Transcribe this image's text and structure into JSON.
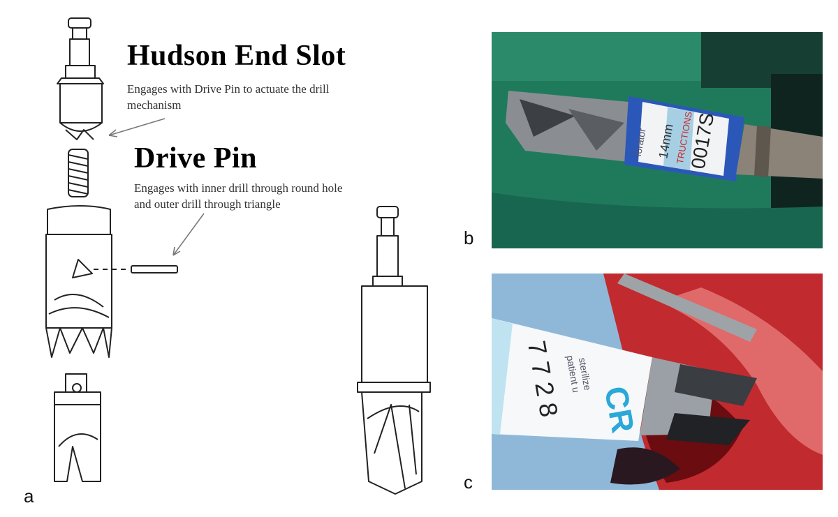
{
  "panels": {
    "a": {
      "label": "a",
      "hudson": {
        "title": "Hudson End Slot",
        "desc_line1": "Engages with Drive Pin to actuate the drill",
        "desc_line2": "mechanism"
      },
      "drive_pin": {
        "title": "Drive Pin",
        "desc_line1": "Engages with inner drill through round hole",
        "desc_line2": "and outer drill through triangle"
      }
    },
    "b": {
      "label": "b",
      "label_text": {
        "text1": "forator",
        "text2": "14mm",
        "text3": "TRUCTIONS",
        "text4": "0017S"
      }
    },
    "c": {
      "label": "c",
      "label_text": {
        "text1": "7 7 2 8",
        "text2": "patient u",
        "text3": "sterilize",
        "text4": "CR"
      }
    }
  },
  "colors": {
    "surgical_green": "#1f7a5c",
    "blue_band": "#2b58b8",
    "blood_red": "#b0121a",
    "drape_blue": "#8fb8d8"
  }
}
